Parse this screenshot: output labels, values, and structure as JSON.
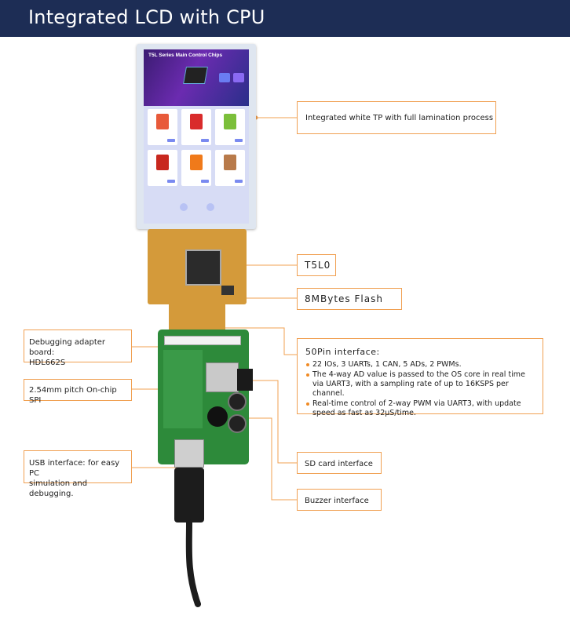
{
  "header": {
    "title": "Integrated LCD with CPU"
  },
  "screen": {
    "banner_title": "T5L Series Main Control Chips"
  },
  "callouts": {
    "touch_panel": "Integrated white TP with full lamination process",
    "cpu": "T5L0",
    "flash": "8MBytes Flash",
    "debug_board_line1": "Debugging adapter board:",
    "debug_board_line2": "HDL662S",
    "spi": "2.54mm pitch On-chip SPI",
    "usb_line1": "USB interface:  for easy PC",
    "usb_line2": "simulation and debugging.",
    "interface_title": "50Pin interface:",
    "interface_bullets": [
      "22 IOs, 3 UARTs, 1 CAN, 5 ADs, 2 PWMs.",
      "The 4-way AD value is passed to the OS core in real time via UART3, with a sampling rate of up to 16KSPS per channel.",
      "Real-time control of 2-way PWM via UART3, with update speed as fast as 32μS/time."
    ],
    "sd_card": "SD card interface",
    "buzzer": "Buzzer interface"
  },
  "colors": {
    "header_bg": "#1d2d55",
    "callout_border": "#f0a052",
    "bullet": "#f08a24"
  }
}
